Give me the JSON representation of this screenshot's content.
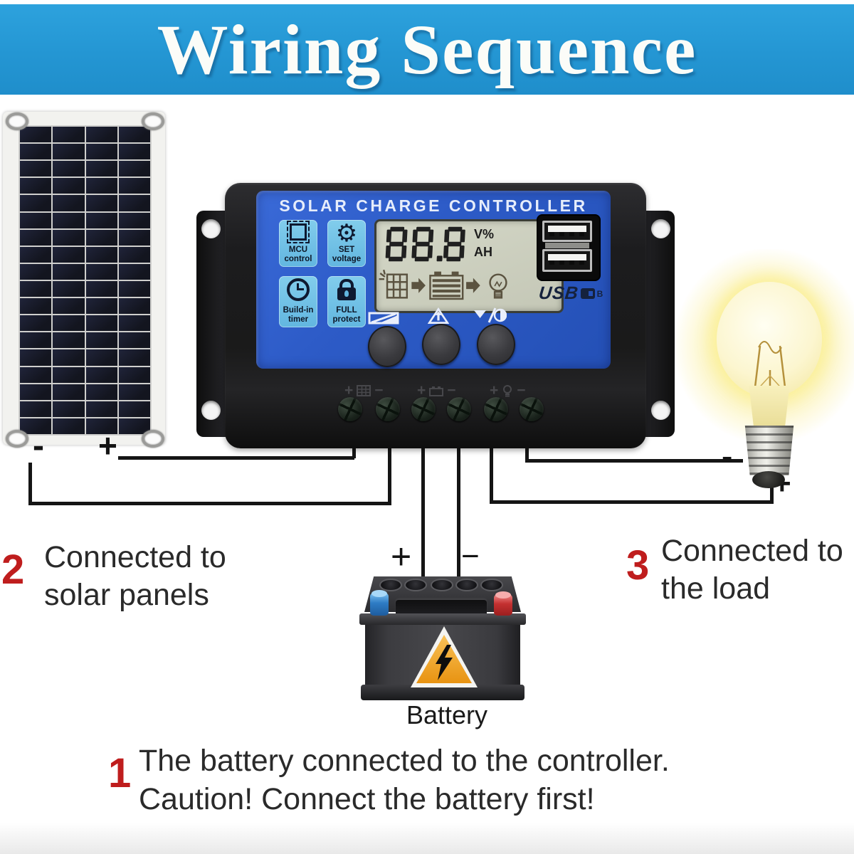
{
  "banner": {
    "title": "Wiring Sequence",
    "bg_color": "#2496d3"
  },
  "controller": {
    "title": "SOLAR CHARGE CONTROLLER",
    "panel_color": "#2d5bc7",
    "badge_color": "#6fc0e8",
    "badges": [
      {
        "line1": "MCU",
        "line2": "control",
        "icon": "chip-icon"
      },
      {
        "line1": "SET",
        "line2": "voltage",
        "icon": "gear-icon",
        "glyph": "⚙"
      },
      {
        "line1": "Build-in",
        "line2": "timer",
        "icon": "clock-icon"
      },
      {
        "line1": "FULL",
        "line2": "protect",
        "icon": "lock-icon"
      }
    ],
    "lcd": {
      "value": "88.8",
      "unit_top": "V%",
      "unit_bottom": "AH",
      "bg_color": "#c9ccbc",
      "flow_icons": [
        "sun-solar-panel-icon",
        "arrow-right-icon",
        "battery-icon",
        "arrow-right-icon",
        "bulb-icon"
      ]
    },
    "button_icons": [
      "solar-panel-select-icon",
      "up-arrow-icon",
      "down-arrow-display-icon"
    ],
    "usb": {
      "label": "USB",
      "suffix": "B"
    },
    "terminal_groups": [
      {
        "plus": "+",
        "icon": "solar-panel-terminal-icon",
        "minus": "−"
      },
      {
        "plus": "+",
        "icon": "battery-terminal-icon",
        "minus": "−"
      },
      {
        "plus": "+",
        "icon": "load-terminal-icon",
        "minus": "−"
      }
    ]
  },
  "wiring": {
    "panel_minus": "-",
    "panel_plus": "+",
    "battery_plus": "+",
    "battery_minus": "−",
    "load_minus": "-",
    "load_plus": "+"
  },
  "battery": {
    "caption": "Battery"
  },
  "steps": {
    "step1": {
      "number": "1",
      "line1": "The battery connected to the controller.",
      "line2": "Caution! Connect the battery first!"
    },
    "step2": {
      "number": "2",
      "line1": "Connected to",
      "line2": "solar panels"
    },
    "step3": {
      "number": "3",
      "line1": "Connected to",
      "line2": "the load"
    }
  },
  "colors": {
    "accent_red": "#bf1d1d",
    "glow_yellow": "#f8ec8e",
    "wire_black": "#151515",
    "lcd_text": "#1c1c1c"
  }
}
